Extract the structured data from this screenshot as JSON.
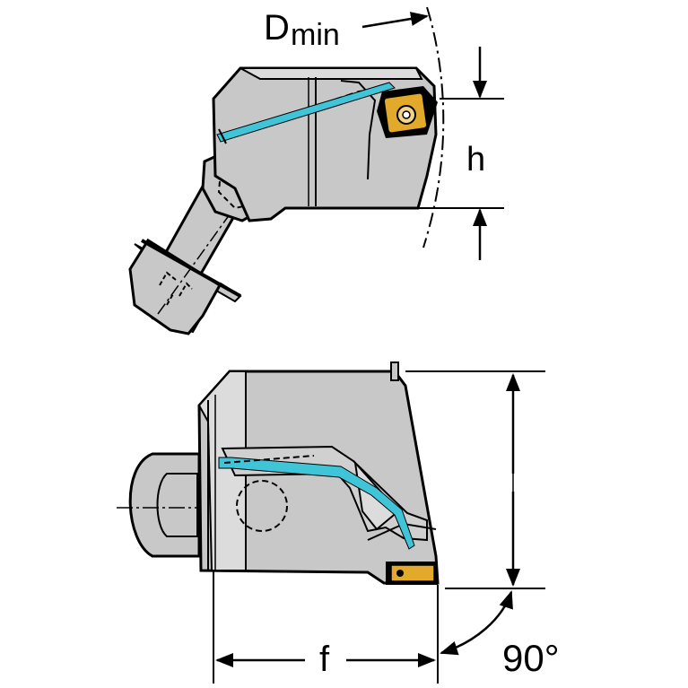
{
  "labels": {
    "dmin_main": "D",
    "dmin_sub": "min",
    "h": "h",
    "f": "f",
    "angle": "90°"
  },
  "colors": {
    "body": "#c8c8c8",
    "body_light": "#dcdcdc",
    "outline": "#000000",
    "coolant": "#40c4d8",
    "insert": "#e2a92a",
    "insert_light": "#f2d48a"
  }
}
